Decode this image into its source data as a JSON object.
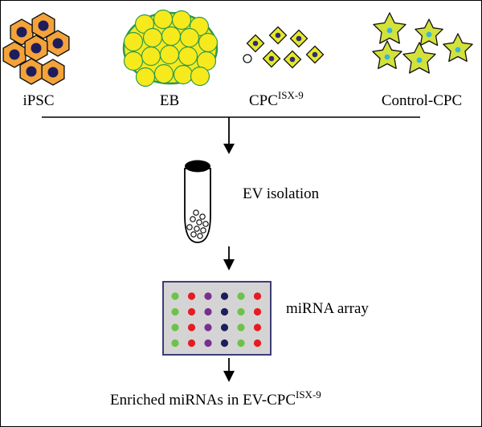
{
  "cell_types": [
    {
      "label": "iPSC",
      "superscript": ""
    },
    {
      "label": "EB",
      "superscript": ""
    },
    {
      "label": "CPC",
      "superscript": "ISX-9"
    },
    {
      "label": "Control-CPC",
      "superscript": ""
    }
  ],
  "steps": {
    "ev_isolation": "EV isolation",
    "mirna_array": "miRNA array",
    "result": {
      "label": "Enriched miRNAs in EV-CPC",
      "superscript": "ISX-9"
    }
  },
  "array_grid": {
    "rows": [
      [
        "green",
        "red",
        "purple",
        "navy",
        "green",
        "red"
      ],
      [
        "green",
        "red",
        "purple",
        "navy",
        "green",
        "red"
      ],
      [
        "green",
        "red",
        "purple",
        "navy",
        "green",
        "red"
      ],
      [
        "green",
        "red",
        "purple",
        "navy",
        "green",
        "red"
      ]
    ]
  },
  "colors": {
    "ipsc_cell": "#f3a33a",
    "ipsc_nucleus": "#1f1c5c",
    "eb_cell": "#f6ea1c",
    "eb_border": "#2e9a4d",
    "cpc_cell": "#e6e82a",
    "cpc_nucleus": "#2b2d7a",
    "control_cell": "#d2e23a",
    "control_nucleus": "#3ab4dc",
    "array_bg": "#d4d4d4",
    "array_border": "#2b2a6a",
    "dot_green": "#6cc24a",
    "dot_red": "#e51c24",
    "dot_purple": "#7b2e8e",
    "dot_navy": "#1f1c5c"
  }
}
